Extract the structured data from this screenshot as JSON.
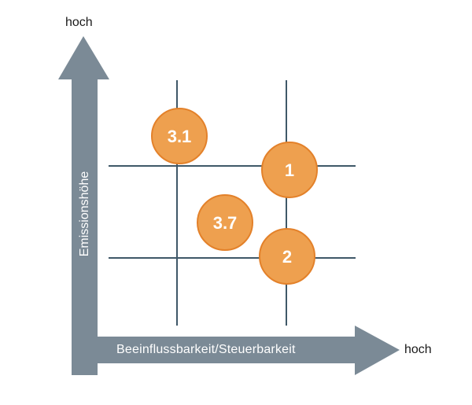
{
  "colors": {
    "axis": "#7b8a96",
    "grid": "#3f5868",
    "bubble_fill": "#eea04f",
    "bubble_stroke": "#e3812a",
    "bubble_text": "#ffffff"
  },
  "axes": {
    "y_high_label": "hoch",
    "x_high_label": "hoch",
    "y_label": "Emissionshöhe",
    "x_label": "Beeinflussbarkeit/Steuerbarkeit"
  },
  "bubbles": [
    {
      "label": "3.1"
    },
    {
      "label": "1"
    },
    {
      "label": "3.7"
    },
    {
      "label": "2"
    }
  ]
}
